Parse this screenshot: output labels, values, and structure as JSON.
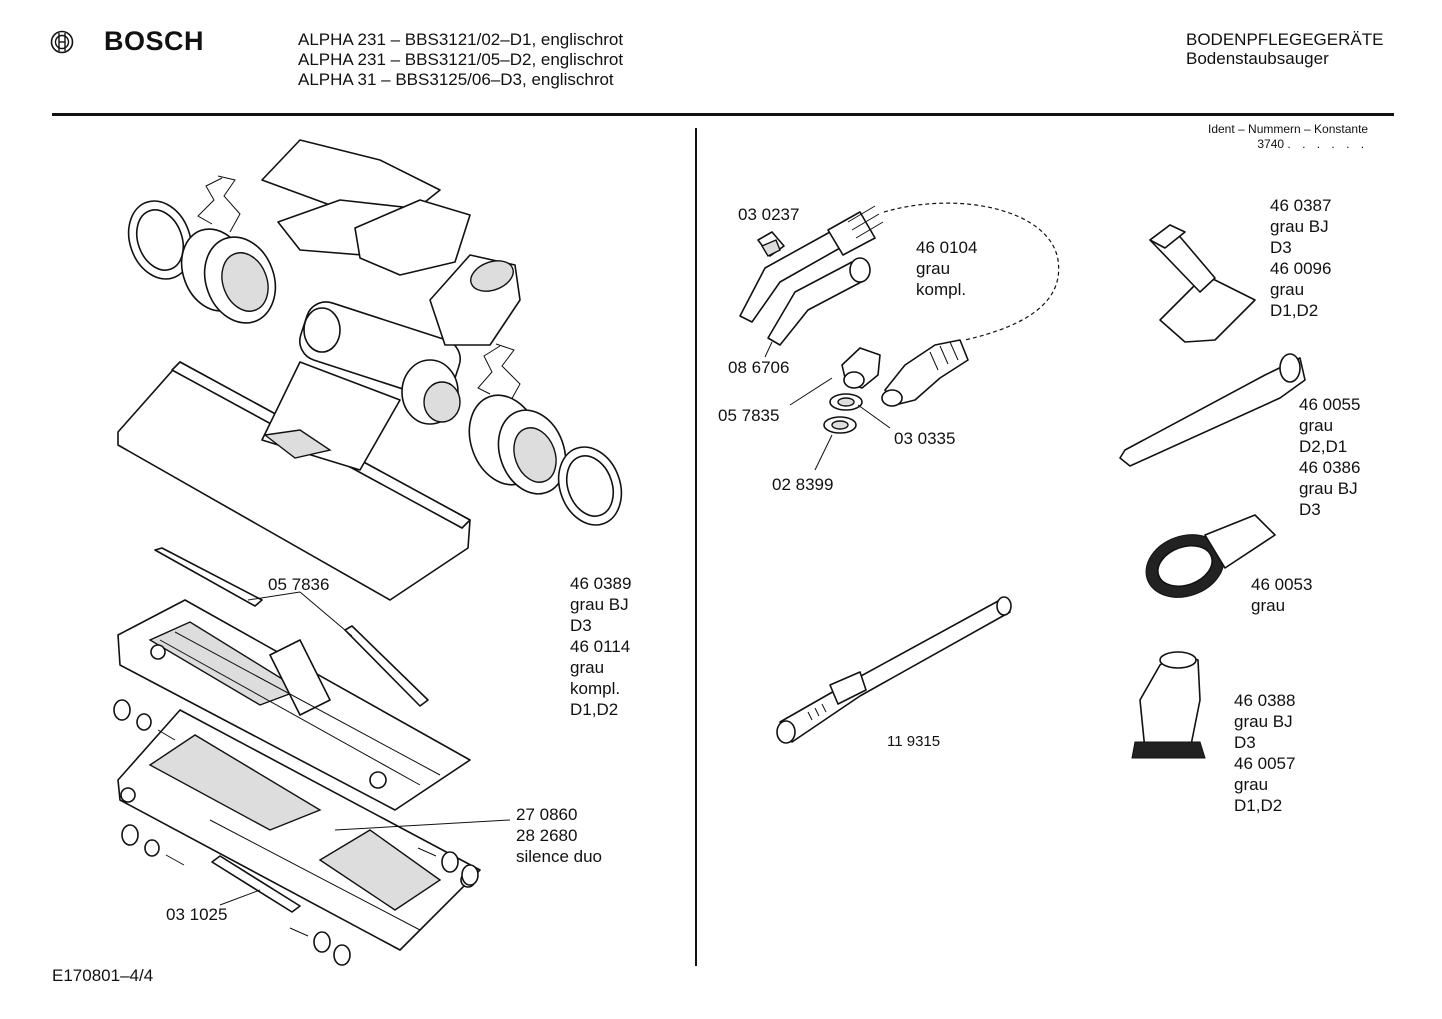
{
  "header": {
    "brand": "BOSCH",
    "models": [
      "ALPHA 231 – BBS3121/02–D1, englischrot",
      "ALPHA 231 – BBS3121/05–D2, englischrot",
      "ALPHA 31 – BBS3125/06–D3, englischrot"
    ],
    "category": "BODENPFLEGEGERÄTE",
    "subcategory": "Bodenstaubsauger",
    "ident_label": "Ident – Nummern – Konstante",
    "ident_value": "3740",
    "ident_dots": ". .   . . . ."
  },
  "parts": {
    "nozzle_set": [
      "46 0389",
      "grau BJ",
      "D3",
      "46 0114",
      "grau",
      "kompl.",
      "D1,D2"
    ],
    "strip": "05 7836",
    "base": [
      "27 0860",
      "28 2680",
      "silence duo"
    ],
    "pad": "03 1025",
    "clip": "03 0237",
    "hose": [
      "46 0104",
      "grau",
      "kompl."
    ],
    "handle": "08 6706",
    "elbow": "05 7835",
    "ring_a": "03 0335",
    "ring_b": "02 8399",
    "upholstery": [
      "46 0387",
      "grau BJ",
      "D3",
      "46 0096",
      "grau",
      "D1,D2"
    ],
    "crevice": [
      "46 0055",
      "grau",
      "D2,D1",
      "46 0386",
      "grau BJ",
      "D3"
    ],
    "brush": [
      "46 0053",
      "grau"
    ],
    "tube": "11  9315",
    "dust_brush": [
      "46 0388",
      "grau BJ",
      "D3",
      "46 0057",
      "grau",
      "D1,D2"
    ]
  },
  "footer": {
    "doc_id": "E170801–4/4"
  }
}
